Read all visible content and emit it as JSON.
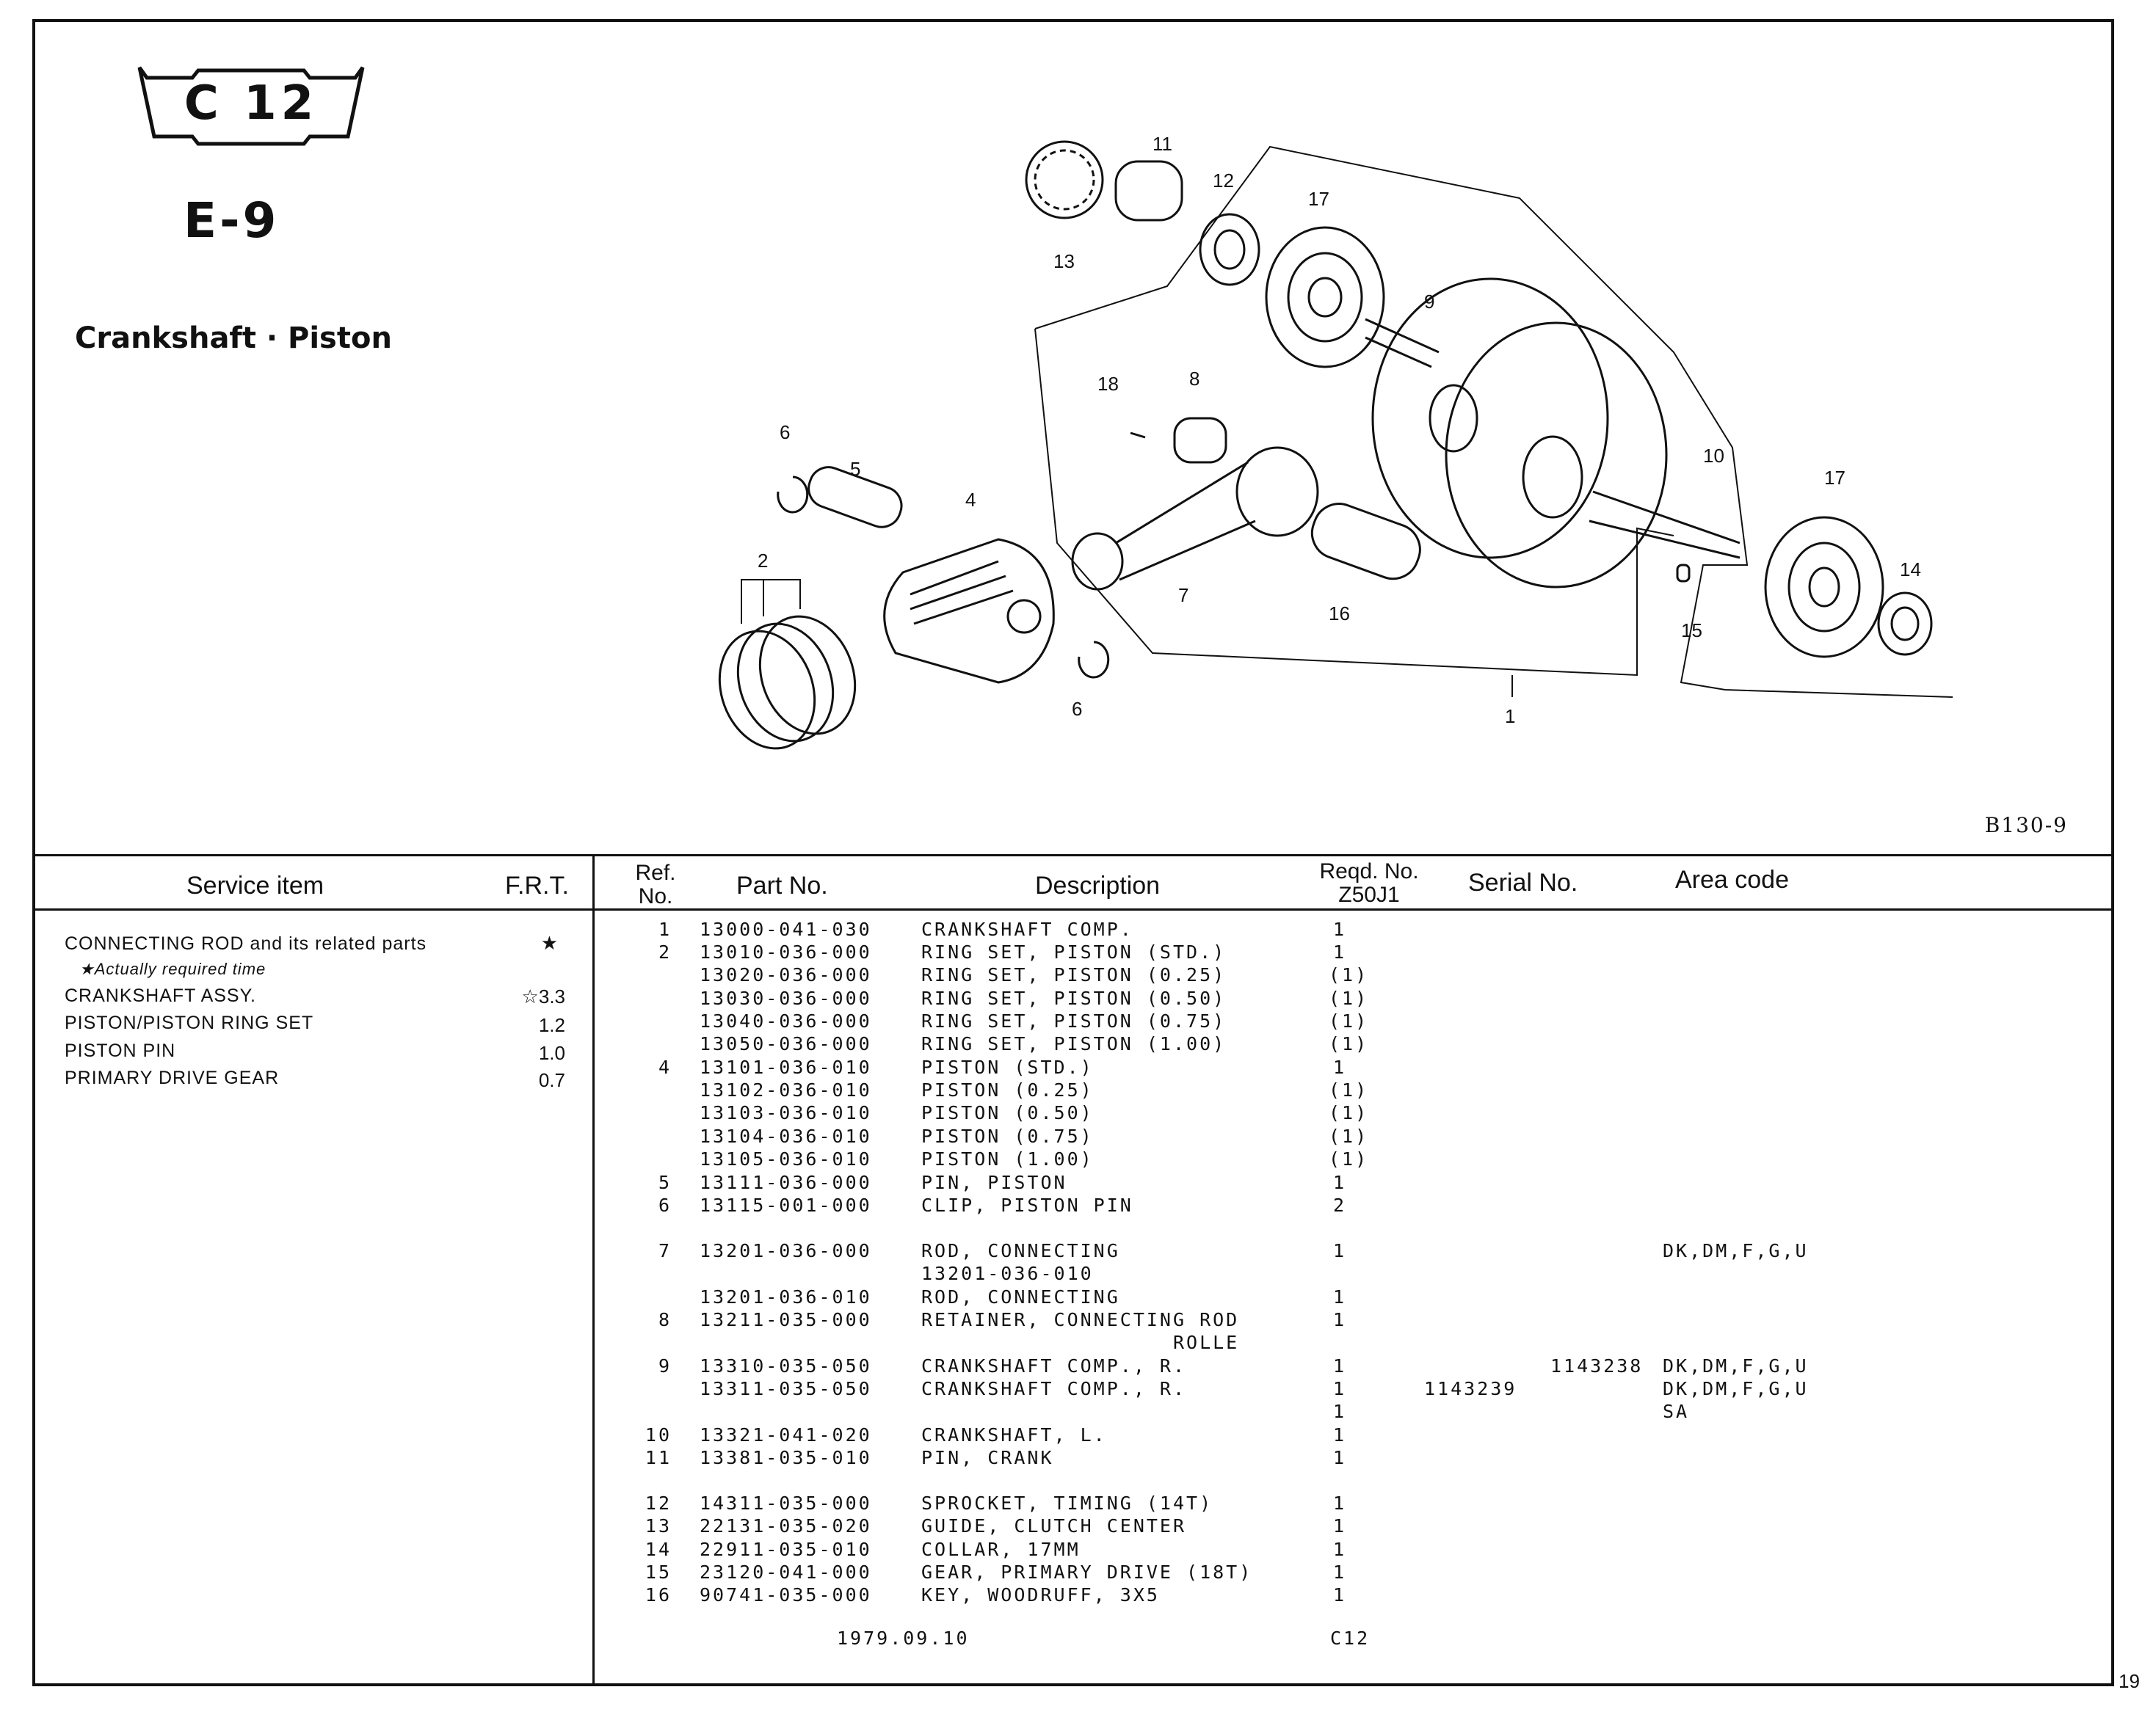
{
  "header": {
    "model_code": "C 12",
    "group_code": "E-9",
    "title": "Crankshaft · Piston",
    "figure_code": "B130-9"
  },
  "diagram": {
    "callouts": [
      "1",
      "2",
      "4",
      "5",
      "6",
      "6",
      "7",
      "8",
      "9",
      "10",
      "11",
      "12",
      "13",
      "14",
      "15",
      "16",
      "17",
      "17",
      "18"
    ]
  },
  "columns": {
    "service_item": "Service item",
    "frt": "F.R.T.",
    "ref_no_1": "Ref.",
    "ref_no_2": "No.",
    "part_no": "Part No.",
    "description": "Description",
    "reqd_no_1": "Reqd. No.",
    "reqd_no_2": "Z50J1",
    "serial_no": "Serial No.",
    "area_code": "Area code"
  },
  "service_items": [
    {
      "name": "CONNECTING ROD and its related parts",
      "frt": "★"
    },
    {
      "name": "★Actually required time",
      "frt": ""
    },
    {
      "name": "CRANKSHAFT ASSY.",
      "frt": "☆3.3"
    },
    {
      "name": "PISTON/PISTON RING SET",
      "frt": "1.2"
    },
    {
      "name": "PISTON PIN",
      "frt": "1.0"
    },
    {
      "name": "PRIMARY DRIVE GEAR",
      "frt": "0.7"
    }
  ],
  "parts": [
    {
      "ref": "1",
      "part": "13000-041-030",
      "desc": "CRANKSHAFT COMP.",
      "qty": "1",
      "ser1": "",
      "ser2": "",
      "area": ""
    },
    {
      "ref": "2",
      "part": "13010-036-000",
      "desc": "RING SET, PISTON (STD.)",
      "qty": "1",
      "ser1": "",
      "ser2": "",
      "area": ""
    },
    {
      "ref": "",
      "part": "13020-036-000",
      "desc": "RING SET, PISTON (0.25)",
      "qty": "(1)",
      "ser1": "",
      "ser2": "",
      "area": ""
    },
    {
      "ref": "",
      "part": "13030-036-000",
      "desc": "RING SET, PISTON (0.50)",
      "qty": "(1)",
      "ser1": "",
      "ser2": "",
      "area": ""
    },
    {
      "ref": "",
      "part": "13040-036-000",
      "desc": "RING SET, PISTON (0.75)",
      "qty": "(1)",
      "ser1": "",
      "ser2": "",
      "area": ""
    },
    {
      "ref": "",
      "part": "13050-036-000",
      "desc": "RING SET, PISTON (1.00)",
      "qty": "(1)",
      "ser1": "",
      "ser2": "",
      "area": ""
    },
    {
      "ref": "4",
      "part": "13101-036-010",
      "desc": "PISTON (STD.)",
      "qty": "1",
      "ser1": "",
      "ser2": "",
      "area": ""
    },
    {
      "ref": "",
      "part": "13102-036-010",
      "desc": "PISTON (0.25)",
      "qty": "(1)",
      "ser1": "",
      "ser2": "",
      "area": ""
    },
    {
      "ref": "",
      "part": "13103-036-010",
      "desc": "PISTON (0.50)",
      "qty": "(1)",
      "ser1": "",
      "ser2": "",
      "area": ""
    },
    {
      "ref": "",
      "part": "13104-036-010",
      "desc": "PISTON (0.75)",
      "qty": "(1)",
      "ser1": "",
      "ser2": "",
      "area": ""
    },
    {
      "ref": "",
      "part": "13105-036-010",
      "desc": "PISTON (1.00)",
      "qty": "(1)",
      "ser1": "",
      "ser2": "",
      "area": ""
    },
    {
      "ref": "5",
      "part": "13111-036-000",
      "desc": "PIN, PISTON",
      "qty": "1",
      "ser1": "",
      "ser2": "",
      "area": ""
    },
    {
      "ref": "6",
      "part": "13115-001-000",
      "desc": "CLIP, PISTON PIN",
      "qty": "2",
      "ser1": "",
      "ser2": "",
      "area": ""
    },
    {
      "ref": "7",
      "part": "13201-036-000",
      "desc": "ROD, CONNECTING",
      "qty": "1",
      "ser1": "",
      "ser2": "",
      "area": "DK,DM,F,G,U"
    },
    {
      "ref": "",
      "part": "",
      "desc": "13201-036-010",
      "qty": "",
      "ser1": "",
      "ser2": "",
      "area": ""
    },
    {
      "ref": "",
      "part": "13201-036-010",
      "desc": "ROD, CONNECTING",
      "qty": "1",
      "ser1": "",
      "ser2": "",
      "area": ""
    },
    {
      "ref": "8",
      "part": "13211-035-000",
      "desc": "RETAINER, CONNECTING ROD",
      "qty": "1",
      "ser1": "",
      "ser2": "",
      "area": ""
    },
    {
      "ref": "",
      "part": "",
      "desc": "                   ROLLE",
      "qty": "",
      "ser1": "",
      "ser2": "",
      "area": ""
    },
    {
      "ref": "9",
      "part": "13310-035-050",
      "desc": "CRANKSHAFT COMP., R.",
      "qty": "1",
      "ser1": "",
      "ser2": "1143238",
      "area": "DK,DM,F,G,U"
    },
    {
      "ref": "",
      "part": "13311-035-050",
      "desc": "CRANKSHAFT COMP., R.",
      "qty": "1",
      "ser1": "1143239",
      "ser2": "",
      "area": "DK,DM,F,G,U"
    },
    {
      "ref": "",
      "part": "",
      "desc": "",
      "qty": "1",
      "ser1": "",
      "ser2": "",
      "area": "SA"
    },
    {
      "ref": "10",
      "part": "13321-041-020",
      "desc": "CRANKSHAFT, L.",
      "qty": "1",
      "ser1": "",
      "ser2": "",
      "area": ""
    },
    {
      "ref": "11",
      "part": "13381-035-010",
      "desc": "PIN, CRANK",
      "qty": "1",
      "ser1": "",
      "ser2": "",
      "area": ""
    },
    {
      "ref": "12",
      "part": "14311-035-000",
      "desc": "SPROCKET, TIMING (14T)",
      "qty": "1",
      "ser1": "",
      "ser2": "",
      "area": ""
    },
    {
      "ref": "13",
      "part": "22131-035-020",
      "desc": "GUIDE, CLUTCH CENTER",
      "qty": "1",
      "ser1": "",
      "ser2": "",
      "area": ""
    },
    {
      "ref": "14",
      "part": "22911-035-010",
      "desc": "COLLAR, 17MM",
      "qty": "1",
      "ser1": "",
      "ser2": "",
      "area": ""
    },
    {
      "ref": "15",
      "part": "23120-041-000",
      "desc": "GEAR, PRIMARY DRIVE (18T)",
      "qty": "1",
      "ser1": "",
      "ser2": "",
      "area": ""
    },
    {
      "ref": "16",
      "part": "90741-035-000",
      "desc": "KEY, WOODRUFF, 3X5",
      "qty": "1",
      "ser1": "",
      "ser2": "",
      "area": ""
    }
  ],
  "footer": {
    "date": "1979.09.10",
    "code": "C12",
    "page": "19"
  }
}
